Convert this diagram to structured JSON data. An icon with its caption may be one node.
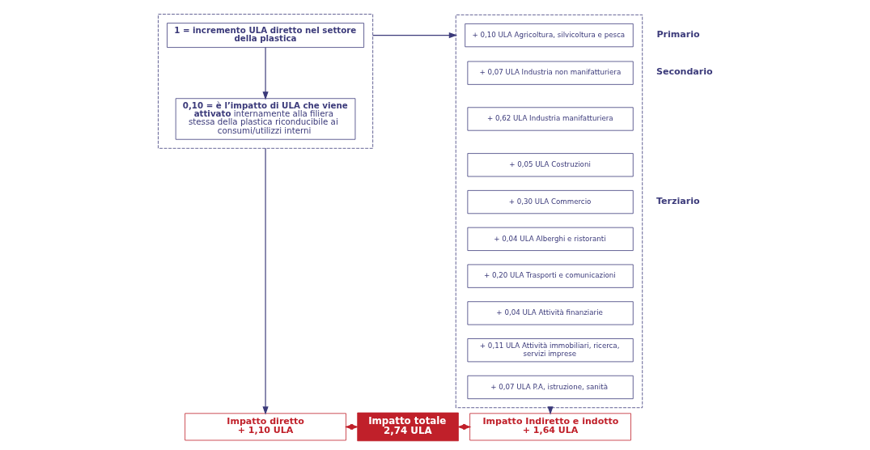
{
  "diagram": {
    "nodes": [
      {
        "text": [],
        "shape": "box"
      },
      {
        "text": [
          "1 = incremento ULA diretto nel settore della plastica"
        ],
        "in": 0
      },
      {
        "text": [
          "**0,10 = è l’impatto di ULA che viene attivato** internamente alla filiera stessa della plastica riconducibile ai consumi/utilizzi interni"
        ],
        "in": 0
      },
      {
        "text": [],
        "shape": "box"
      },
      {
        "text": [
          "+ 0,10 ULA Agricoltura, silvicoltura e pesca"
        ],
        "in": 3
      },
      {
        "text": [
          "+ 0,07 ULA Industria non manifatturiera"
        ],
        "in": 3
      },
      {
        "text": [
          "+ 0,62 ULA Industria manifatturiera"
        ],
        "in": 3
      },
      {
        "text": [
          "+ 0,05 ULA Costruzioni"
        ],
        "in": 3
      },
      {
        "text": [
          "+ 0,30 ULA Commercio"
        ],
        "in": 3
      },
      {
        "text": [
          "+ 0,04 ULA Alberghi e ristoranti"
        ],
        "in": 3
      },
      {
        "text": [
          "+ 0,20 ULA Trasporti e comunicazioni"
        ],
        "in": 3
      },
      {
        "text": [
          "+ 0,04 ULA Attività finanziarie"
        ],
        "in": 3
      },
      {
        "text": [
          "+ 0,11 ULA Attività immobiliari, ricerca, servizi imprese"
        ],
        "in": 3
      },
      {
        "text": [
          "+ 0,07 ULA P.A, istruzione, sanità"
        ],
        "in": 3
      },
      {
        "text": [
          "Impatto diretto",
          "+ 1,10 ULA"
        ]
      },
      {
        "text": [
          "Impatto totale",
          "2,74 ULA"
        ]
      },
      {
        "text": [
          "Impatto Indiretto e indotto",
          "+ 1,64 ULA"
        ]
      }
    ],
    "edges": [
      {
        "from": 1,
        "to": 2,
        "arrow": "to"
      },
      {
        "from": 0,
        "to": 3,
        "arrow": "to"
      },
      {
        "from": 0,
        "to": 14,
        "arrow": "to"
      },
      {
        "from": 3,
        "to": 16,
        "arrow": "to"
      },
      {
        "from": 14,
        "to": 15,
        "arrow": "both",
        "color": "#c0202a"
      },
      {
        "from": 15,
        "to": 16,
        "arrow": "both",
        "color": "#c0202a"
      }
    ],
    "labels": [
      "Primario",
      "Secondario",
      "Terziario"
    ]
  }
}
